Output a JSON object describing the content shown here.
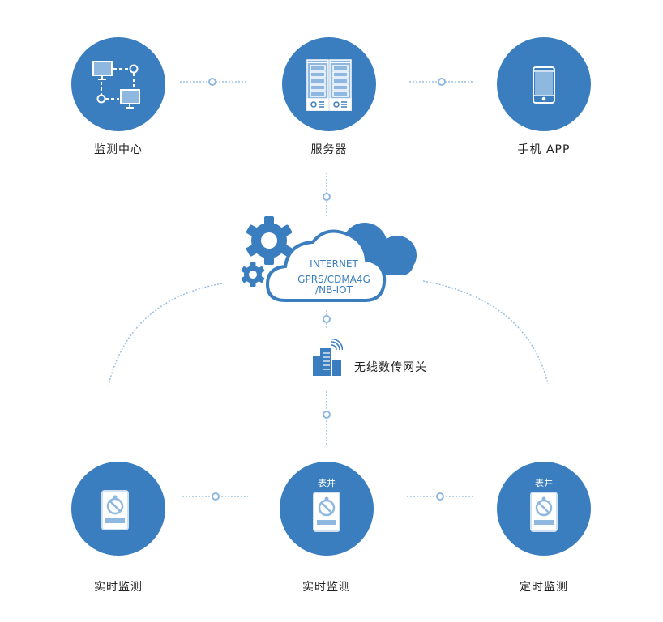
{
  "colors": {
    "primary": "#3a7ebf",
    "light": "#8fb8e0",
    "line": "#9bbfe0"
  },
  "top_nodes": [
    {
      "label": "监测中心",
      "icon": "network-monitors-icon"
    },
    {
      "label": "服务器",
      "icon": "server-rack-icon"
    },
    {
      "label": "手机 APP",
      "icon": "mobile-phone-icon"
    }
  ],
  "cloud": {
    "line1": "INTERNET",
    "line2": "GPRS/CDMA4G",
    "line3": "/NB-IOT"
  },
  "gateway": {
    "label": "无线数传网关",
    "icon": "building-wireless-icon"
  },
  "bottom_nodes": [
    {
      "label": "实时监测",
      "sublabel": "",
      "icon": "meter-device-icon"
    },
    {
      "label": "实时监测",
      "sublabel": "表井",
      "icon": "meter-device-icon"
    },
    {
      "label": "定时监测",
      "sublabel": "表井",
      "icon": "meter-device-icon"
    }
  ]
}
